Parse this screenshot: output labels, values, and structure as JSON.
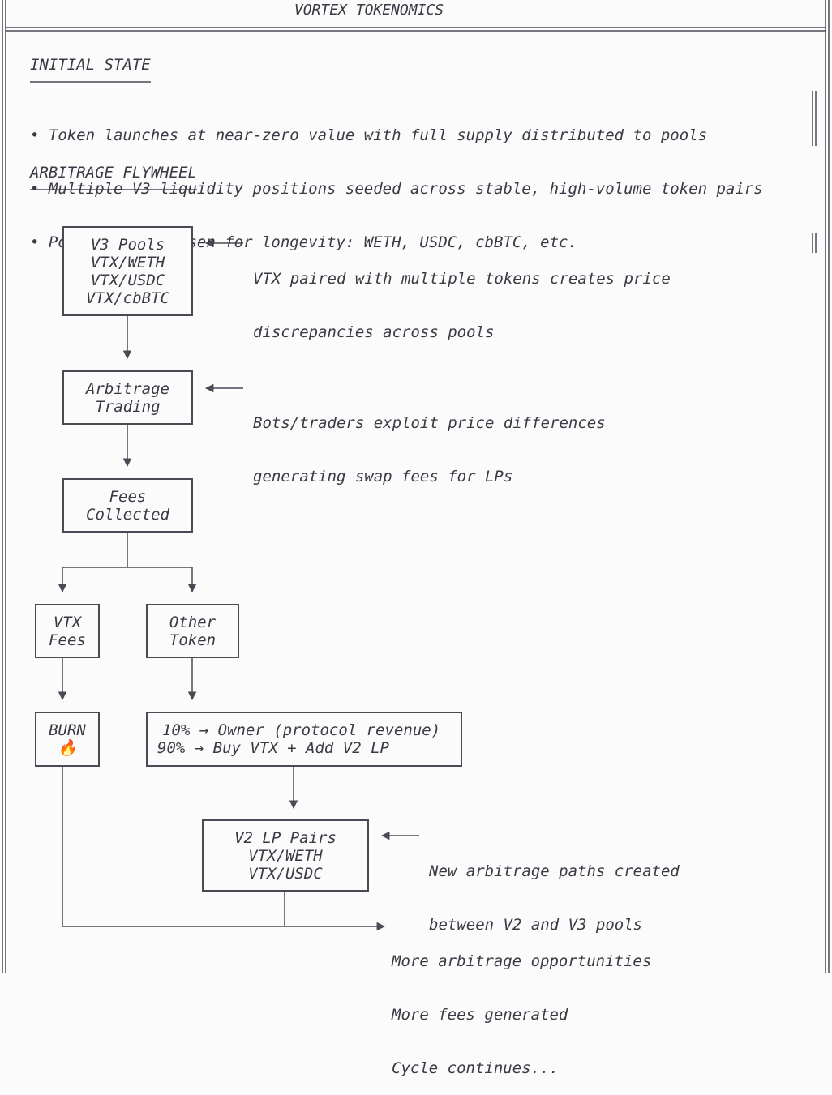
{
  "title": "VORTEX TOKENOMICS",
  "sections": {
    "initial_state": "INITIAL STATE",
    "flywheel": "ARBITRAGE FLYWHEEL"
  },
  "initial_bullets": [
    "• Token launches at near-zero value with full supply distributed to pools",
    "• Multiple V3 liquidity positions seeded across stable, high-volume token pairs",
    "• Pool tokens chosen for longevity: WETH, USDC, cbBTC, etc."
  ],
  "nodes": {
    "v3_pools": [
      "V3 Pools",
      "VTX/WETH",
      "VTX/USDC",
      "VTX/cbBTC"
    ],
    "arbitrage": [
      "Arbitrage",
      "Trading"
    ],
    "fees": [
      "Fees",
      "Collected"
    ],
    "vtx_fees": [
      "VTX",
      "Fees"
    ],
    "other_token": [
      "Other",
      "Token"
    ],
    "burn": [
      "BURN",
      "🔥"
    ],
    "split": [
      "10% → Owner (protocol revenue)",
      "90% → Buy VTX + Add V2 LP"
    ],
    "v2_pairs": [
      "V2 LP Pairs",
      "VTX/WETH",
      "VTX/USDC"
    ]
  },
  "notes": {
    "v3": [
      "VTX paired with multiple tokens creates price",
      "discrepancies across pools"
    ],
    "arb": [
      "Bots/traders exploit price differences",
      "generating swap fees for LPs"
    ],
    "v2": [
      "New arbitrage paths created",
      "between V2 and V3 pools"
    ],
    "end": [
      "More arbitrage opportunities",
      "More fees generated",
      "Cycle continues..."
    ]
  },
  "colors": {
    "ink": "#4a4a54",
    "text": "#3a3a44",
    "background": "#fbfbfc"
  }
}
